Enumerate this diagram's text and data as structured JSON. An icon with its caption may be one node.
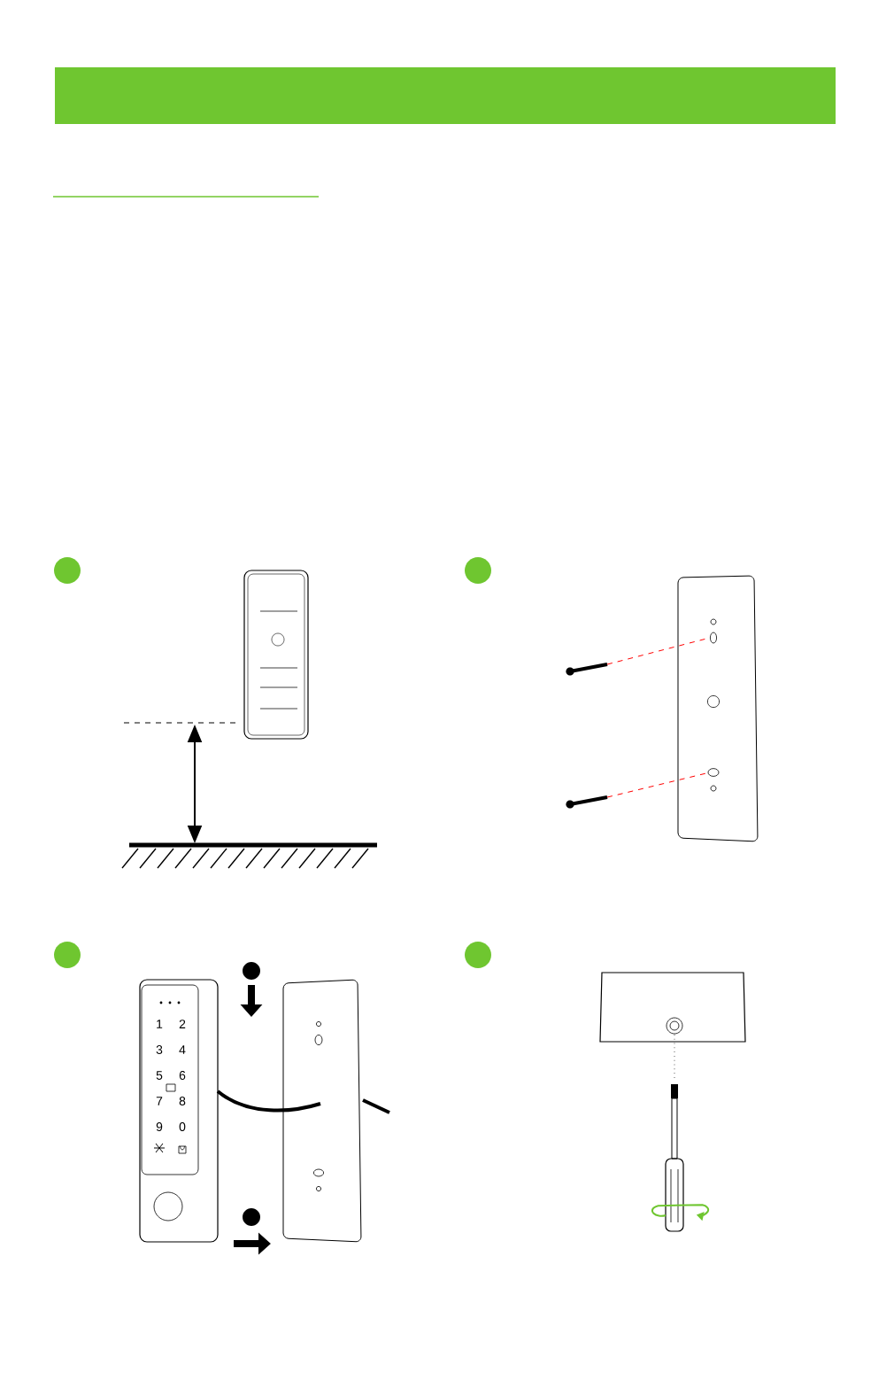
{
  "diagram": {
    "nodes": [
      {
        "text": [],
        "shape": "bar"
      }
    ],
    "labels": [
      "1",
      "2",
      "3",
      "4",
      "5",
      "6",
      "7",
      "8",
      "9",
      "0"
    ]
  }
}
